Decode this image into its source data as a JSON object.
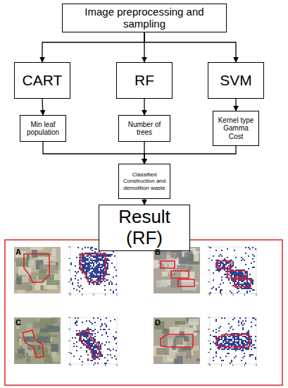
{
  "diagram": {
    "nodes": [
      {
        "text": [
          "Image preprocessing and sampling"
        ]
      },
      {
        "text": [
          "CART"
        ]
      },
      {
        "text": [
          "RF"
        ]
      },
      {
        "text": [
          "SVM"
        ]
      },
      {
        "text": [
          "Min leaf population"
        ]
      },
      {
        "text": [
          "Number of trees"
        ]
      },
      {
        "text": [
          "Kernel type Gamma Cost"
        ]
      },
      {
        "text": [
          "Classified Construction and demolition waste"
        ]
      },
      {
        "text": [
          "Result (RF)"
        ]
      }
    ],
    "edges": [
      {
        "from": 0,
        "to": 1,
        "arrow": "to"
      },
      {
        "from": 0,
        "to": 2,
        "arrow": "to"
      },
      {
        "from": 0,
        "to": 3,
        "arrow": "to"
      },
      {
        "from": 1,
        "to": 4,
        "arrow": "to"
      },
      {
        "from": 2,
        "to": 5,
        "arrow": "to"
      },
      {
        "from": 3,
        "to": 6,
        "arrow": "to"
      },
      {
        "from": 4,
        "to": 7,
        "arrow": "to"
      },
      {
        "from": 5,
        "to": 7,
        "arrow": "to"
      },
      {
        "from": 6,
        "to": 7,
        "arrow": "to"
      },
      {
        "from": 7,
        "to": 8,
        "arrow": "to"
      }
    ],
    "labels": [
      "A",
      "B",
      "C",
      "D"
    ]
  }
}
